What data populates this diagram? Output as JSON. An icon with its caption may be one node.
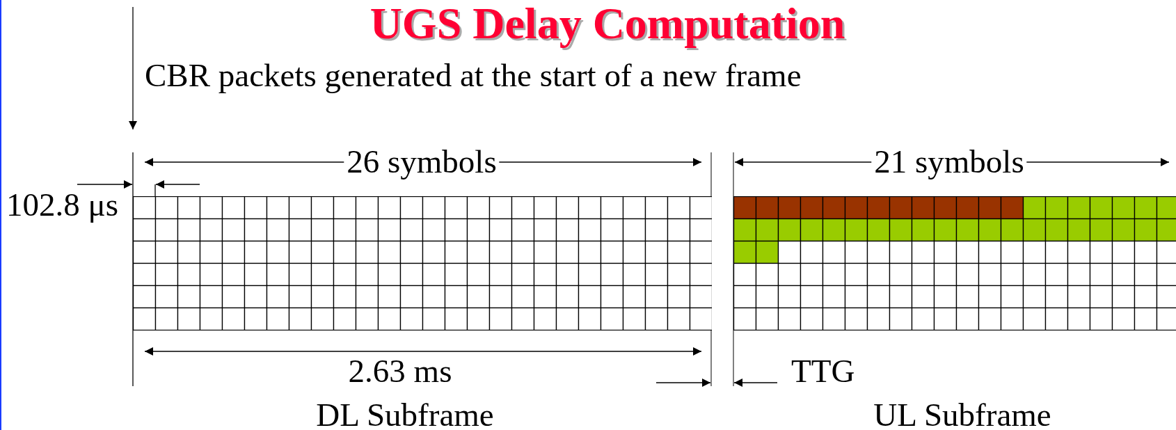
{
  "diagram": {
    "title": "UGS Delay Computation",
    "nodes": [
      {
        "text": [
          "DL Subframe"
        ]
      },
      {
        "text": [
          "UL Subframe"
        ]
      }
    ],
    "labels": [
      "CBR packets generated at the start of a new frame",
      "26 symbols",
      "21 symbols",
      "102.8 μs",
      "2.63 ms",
      "TTG"
    ]
  }
}
